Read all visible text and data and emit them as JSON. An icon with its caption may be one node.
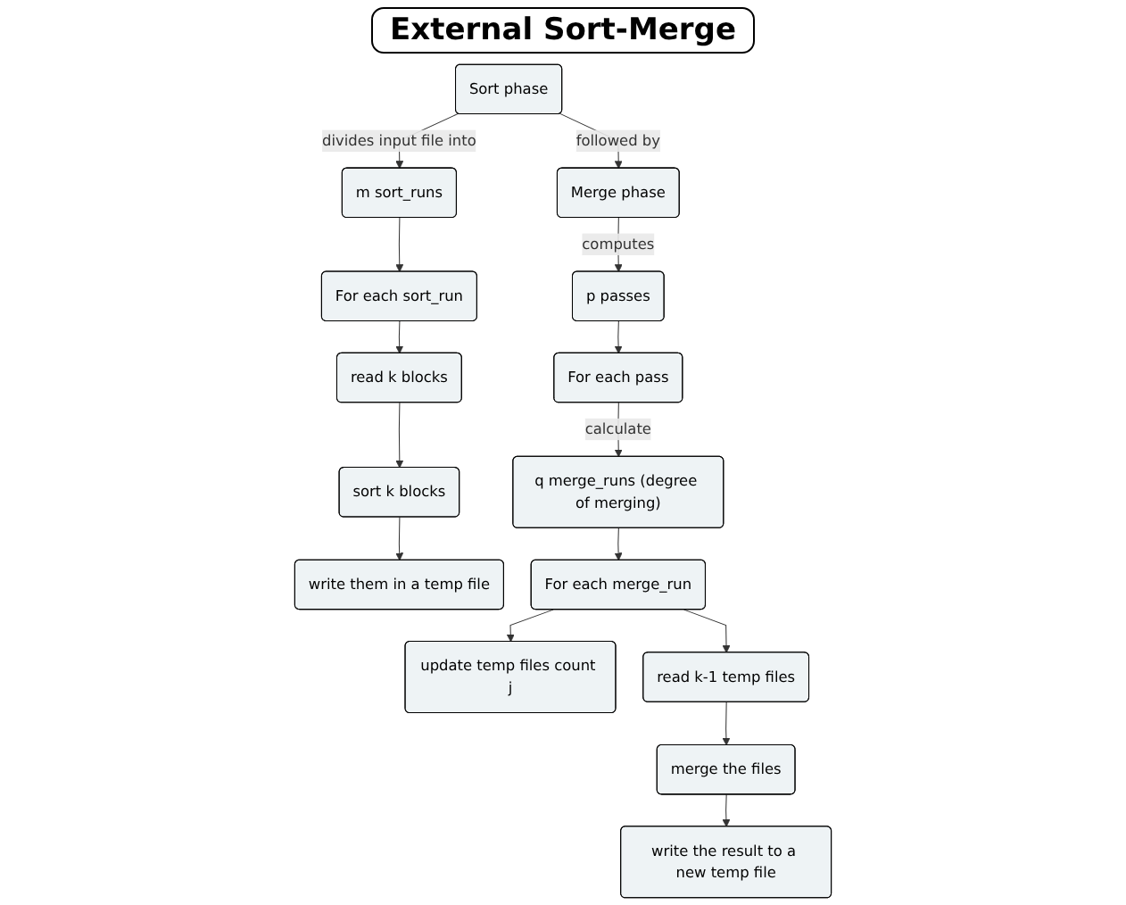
{
  "diagram": {
    "title": "External Sort-Merge",
    "nodes": [
      {
        "text": [
          "Sort phase"
        ]
      },
      {
        "text": [
          "m sort_runs"
        ]
      },
      {
        "text": [
          "For each sort_run"
        ]
      },
      {
        "text": [
          "read k blocks"
        ]
      },
      {
        "text": [
          "sort k blocks"
        ]
      },
      {
        "text": [
          "write them in a temp file"
        ]
      },
      {
        "text": [
          "Merge phase"
        ]
      },
      {
        "text": [
          "p passes"
        ]
      },
      {
        "text": [
          "For each pass"
        ]
      },
      {
        "text": [
          "q merge_runs (degree of merging)"
        ]
      },
      {
        "text": [
          "For each merge_run"
        ]
      },
      {
        "text": [
          "update temp files count j"
        ]
      },
      {
        "text": [
          "read k-1 temp files"
        ]
      },
      {
        "text": [
          "merge the files"
        ]
      },
      {
        "text": [
          "write the result to a new temp file"
        ]
      }
    ],
    "edges": [
      {
        "from": 0,
        "to": 1,
        "arrow": "to",
        "label": "divides input file into"
      },
      {
        "from": 1,
        "to": 2,
        "arrow": "to"
      },
      {
        "from": 2,
        "to": 3,
        "arrow": "to"
      },
      {
        "from": 3,
        "to": 4,
        "arrow": "to"
      },
      {
        "from": 4,
        "to": 5,
        "arrow": "to"
      },
      {
        "from": 0,
        "to": 6,
        "arrow": "to",
        "label": "followed by"
      },
      {
        "from": 6,
        "to": 7,
        "arrow": "to",
        "label": "computes"
      },
      {
        "from": 7,
        "to": 8,
        "arrow": "to"
      },
      {
        "from": 8,
        "to": 9,
        "arrow": "to",
        "label": "calculate"
      },
      {
        "from": 9,
        "to": 10,
        "arrow": "to"
      },
      {
        "from": 10,
        "to": 11,
        "arrow": "to"
      },
      {
        "from": 10,
        "to": 12,
        "arrow": "to"
      },
      {
        "from": 12,
        "to": 13,
        "arrow": "to"
      },
      {
        "from": 13,
        "to": 14,
        "arrow": "to"
      }
    ]
  }
}
